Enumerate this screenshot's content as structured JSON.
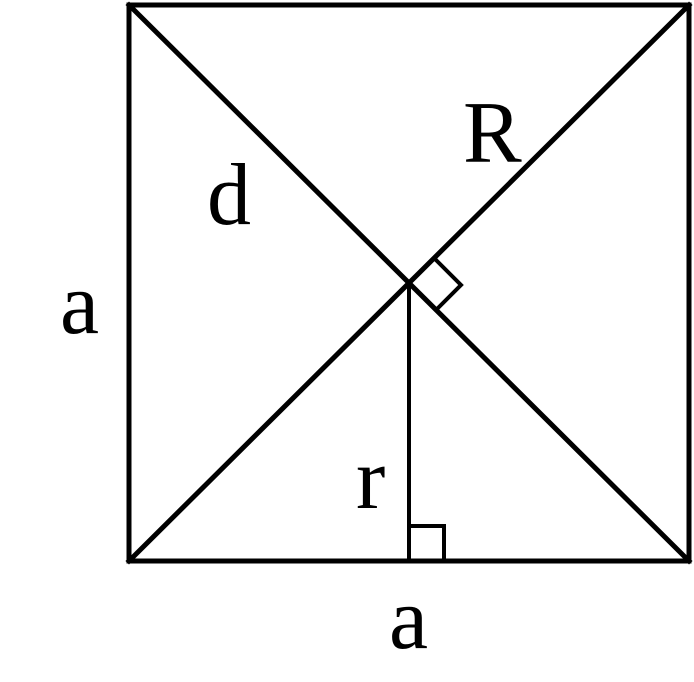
{
  "diagram": {
    "labels": {
      "side_left": "a",
      "side_bottom": "a",
      "diagonal": "d",
      "circumradius": "R",
      "inradius": "r"
    },
    "colors": {
      "stroke": "#000000",
      "background": "#ffffff"
    }
  }
}
